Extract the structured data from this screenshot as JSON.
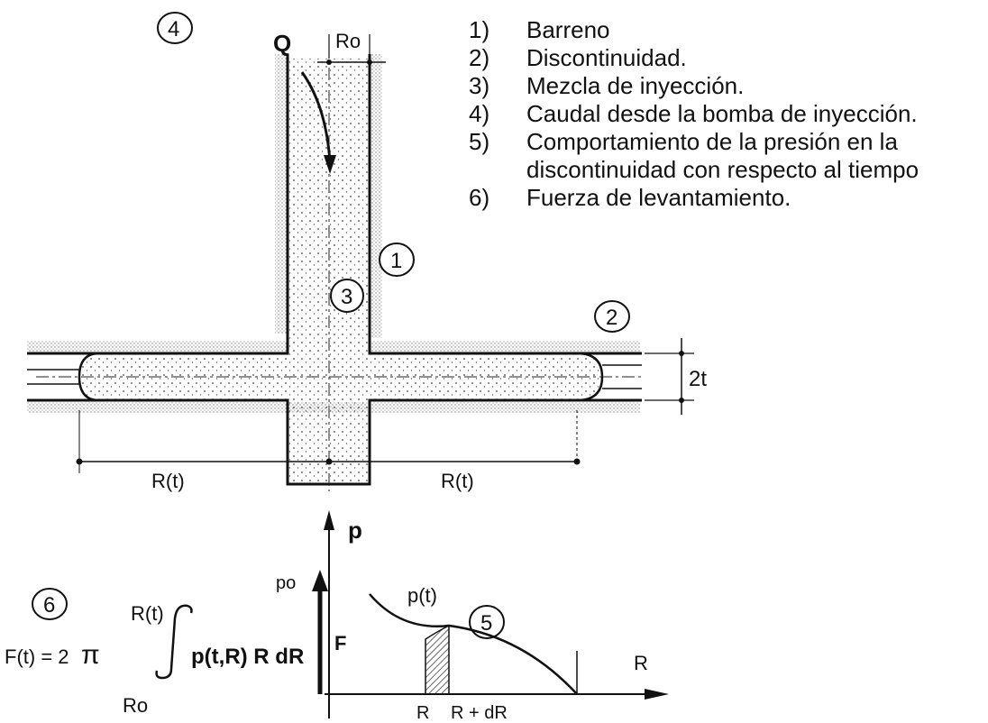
{
  "legend": [
    {
      "num": "1)",
      "text": "Barreno"
    },
    {
      "num": "2)",
      "text": "Discontinuidad."
    },
    {
      "num": "3)",
      "text": "Mezcla de inyección."
    },
    {
      "num": "4)",
      "text": "Caudal desde la bomba de inyección."
    },
    {
      "num": "5)",
      "text": "Comportamiento de la presión en la discontinuidad con respecto al tiempo"
    },
    {
      "num": "6)",
      "text": "Fuerza de levantamiento."
    }
  ],
  "diagram": {
    "callouts": {
      "c1": "1",
      "c2": "2",
      "c3": "3",
      "c4": "4",
      "c5": "5",
      "c6": "6"
    },
    "flow_label": "Q",
    "radius_label": "Ro",
    "aperture_label": "2t",
    "radius_t_left": "R(t)",
    "radius_t_right": "R(t)",
    "p_axis_label": "p",
    "r_axis_label": "R",
    "p0_label": "po",
    "pt_label": "p(t)",
    "force_label": "F",
    "tick_r": "R",
    "tick_rdr": "R + dR",
    "formula": {
      "upper": "R(t)",
      "lower": "Ro",
      "lhs": "F(t) = 2",
      "pi": "π",
      "integrand": "p(t,R) R dR"
    }
  }
}
